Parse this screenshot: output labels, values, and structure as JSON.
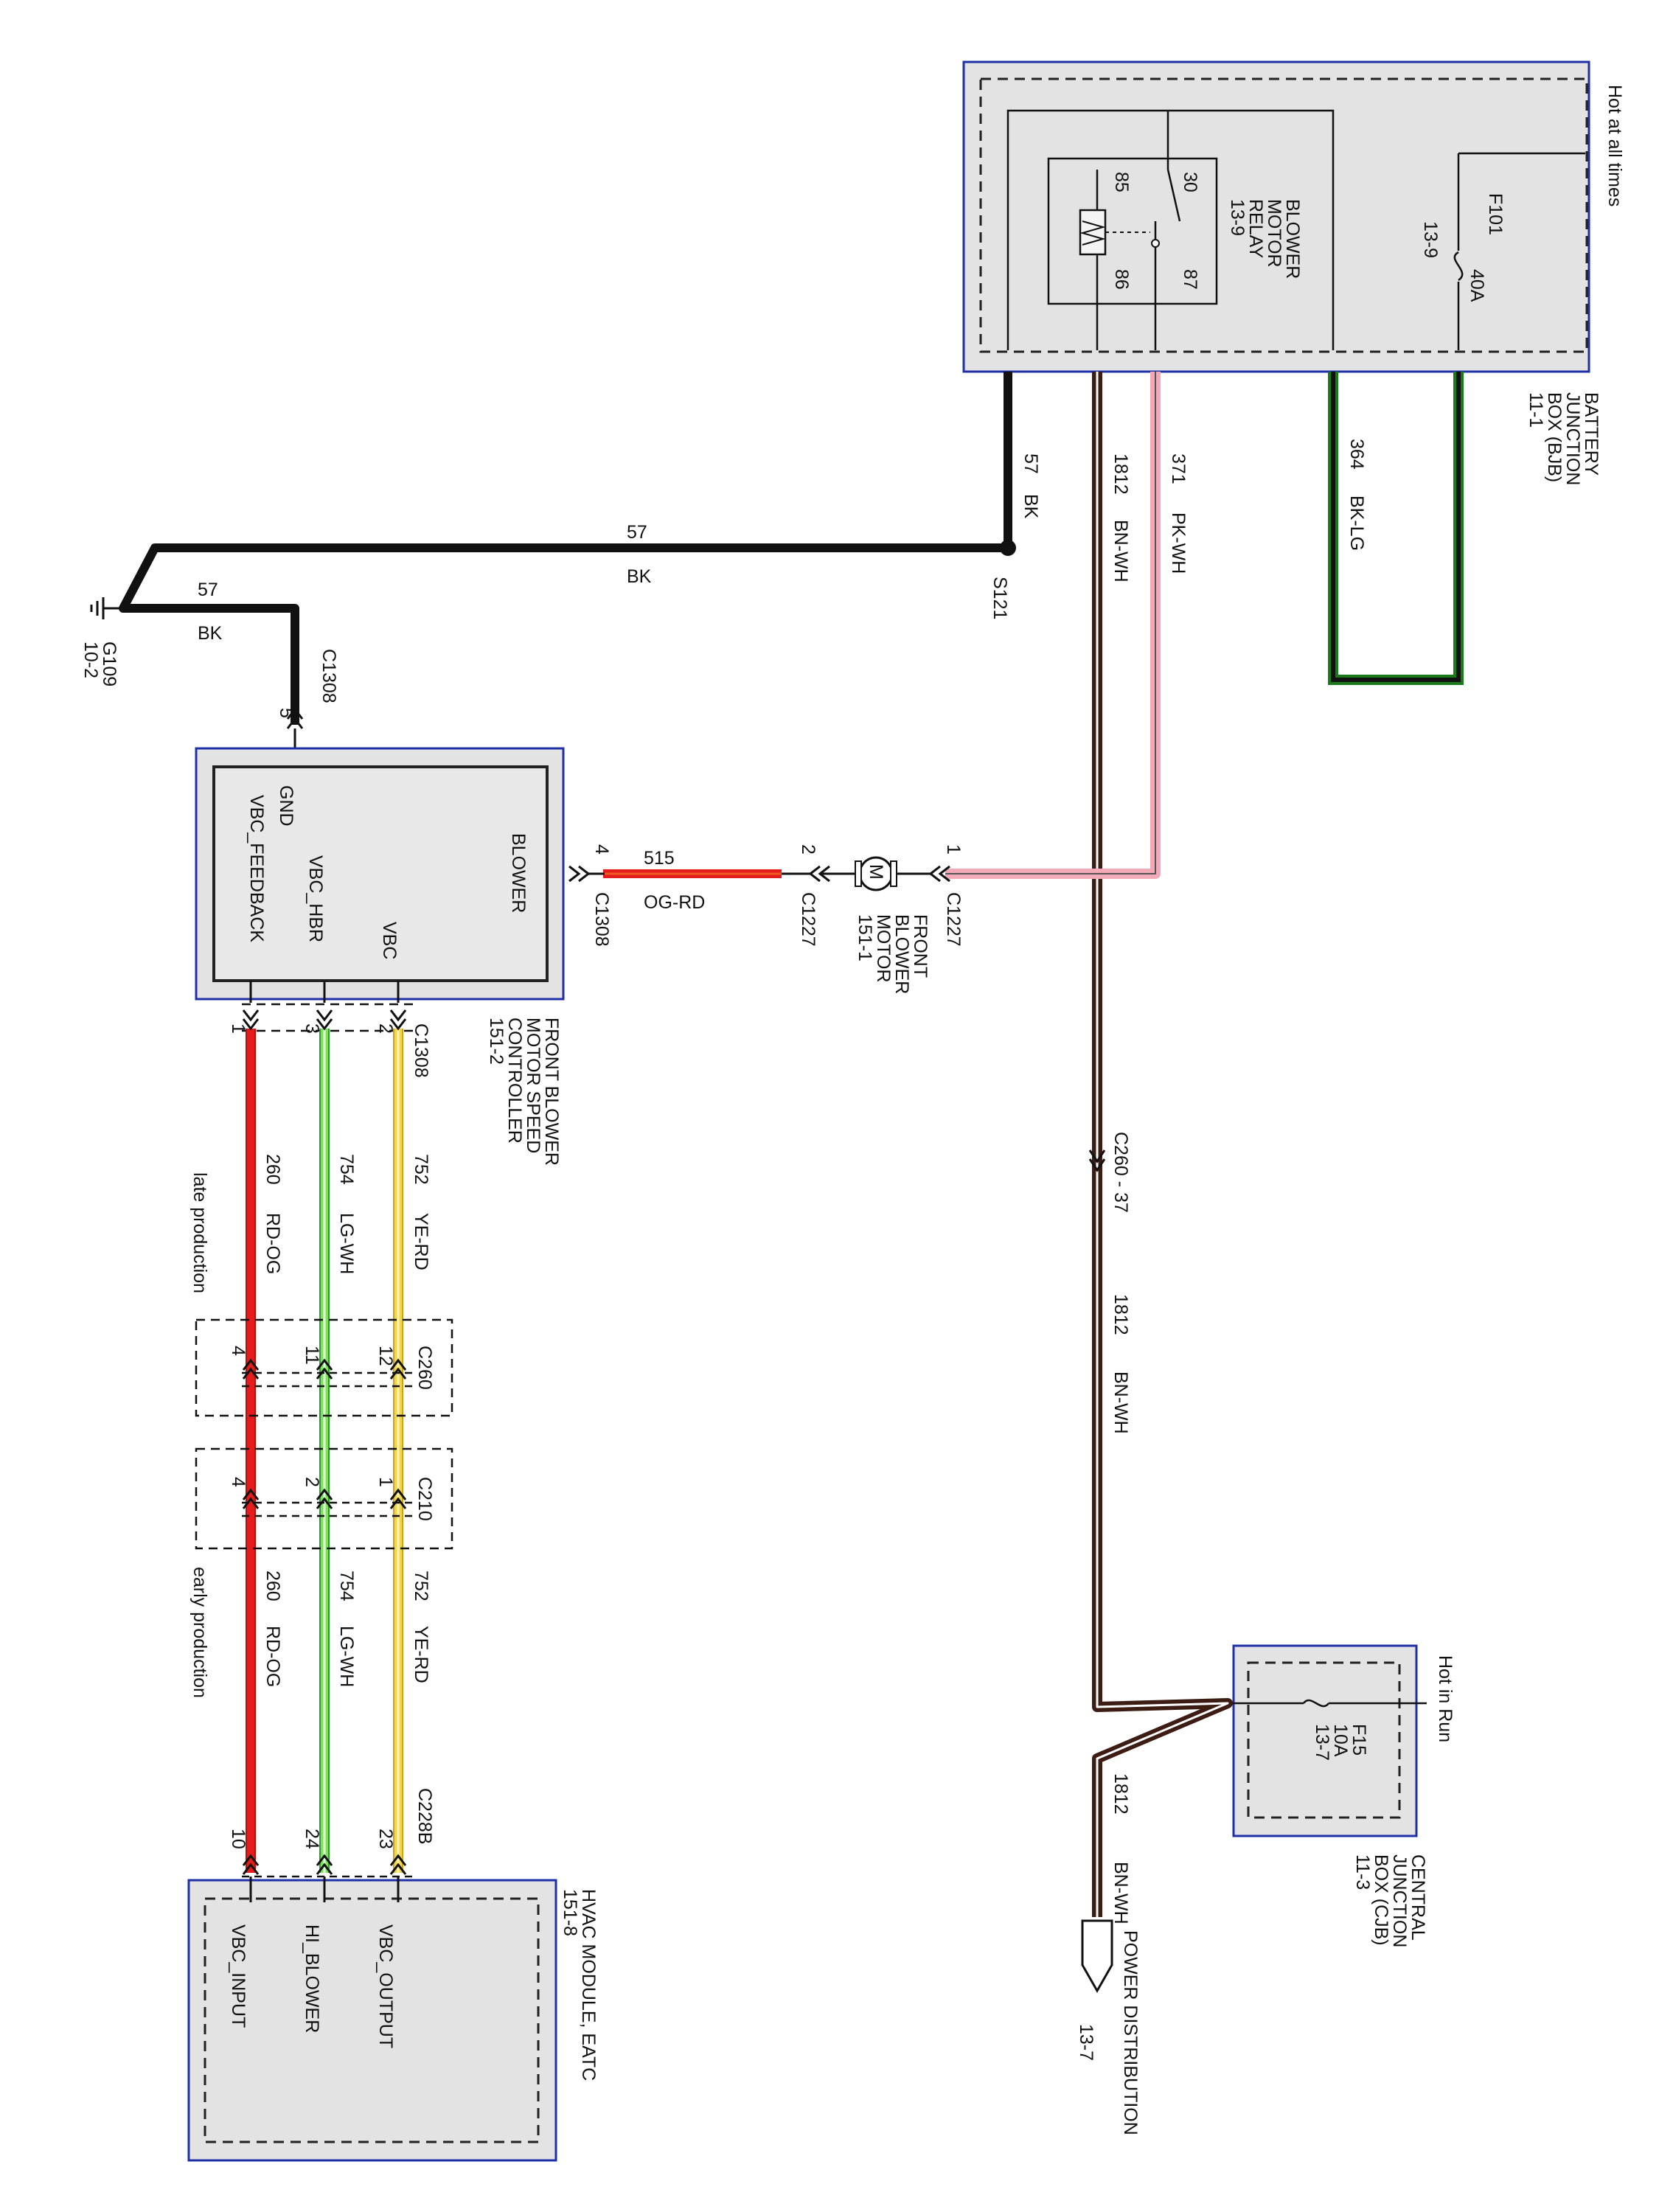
{
  "colors": {
    "BK": "#111111",
    "BN": "#3d1c14",
    "PK": "#f2a9b8",
    "LG": "#6edc4a",
    "OG": "#ef5a24",
    "RD": "#e41c1c",
    "YE": "#efd64a",
    "WH": "#ffffff",
    "frame": "#1f2fa8",
    "fill": "#e3e3e3"
  },
  "bjb": {
    "label": "Hot at all times",
    "title_lines": [
      "BATTERY",
      "JUNCTION",
      "BOX (BJB)",
      "11-1"
    ],
    "relay_lines": [
      "BLOWER",
      "MOTOR",
      "RELAY",
      "13-9"
    ],
    "pin_85": "85",
    "pin_86": "86",
    "pin_30": "30",
    "pin_87": "87",
    "fuse_id": "F101",
    "fuse_rating": "40A",
    "fuse_ref": "13-9"
  },
  "cjb": {
    "label": "Hot in Run",
    "title_lines": [
      "CENTRAL",
      "JUNCTION",
      "BOX (CJB)",
      "11-3"
    ],
    "fuse_id": "F15",
    "fuse_rating": "10A",
    "fuse_ref": "13-7"
  },
  "controller": {
    "title_lines": [
      "FRONT BLOWER",
      "MOTOR SPEED",
      "CONTROLLER",
      "151-2"
    ],
    "pin_blower": "BLOWER",
    "pin_gnd": "GND",
    "pin_vbc_feedback": "VBC_FEEDBACK",
    "pin_vbc_hbr": "VBC_HBR",
    "pin_vbc": "VBC"
  },
  "motor": {
    "symbol": "M",
    "title_lines": [
      "FRONT",
      "BLOWER",
      "MOTOR",
      "151-1"
    ]
  },
  "hvac": {
    "title_lines": [
      "HVAC MODULE, EATC",
      "151-8"
    ],
    "pin_vbc_output": "VBC_OUTPUT",
    "pin_hi_blower": "HI_BLOWER",
    "pin_vbc_input": "VBC_INPUT"
  },
  "ground": {
    "id": "G109",
    "ref": "10-2"
  },
  "splice": {
    "id": "S121"
  },
  "power_dist": {
    "label": "POWER DISTRIBUTION",
    "ref": "13-7"
  },
  "connectors": {
    "c1308": "C1308",
    "c1227": "C1227",
    "c260": "C260",
    "c260_37": "C260 - 37",
    "c210": "C210",
    "c228b": "C228B"
  },
  "pins": {
    "c1308_5": "5",
    "c1308_4": "4",
    "c1227_1": "1",
    "c1227_2": "2",
    "c1308_2": "2",
    "c1308_3": "3",
    "c1308_1": "1",
    "c260_12": "12",
    "c260_11": "11",
    "c260_4": "4",
    "c210_1": "1",
    "c210_2": "2",
    "c210_4": "4",
    "c228b_23": "23",
    "c228b_24": "24",
    "c228b_10": "10"
  },
  "circuits": {
    "w57_num": "57",
    "w57_color": "BK",
    "w1812_num": "1812",
    "w1812_color": "BN-WH",
    "w371_num": "371",
    "w371_color": "PK-WH",
    "w364_num": "364",
    "w364_color": "BK-LG",
    "w515_num": "515",
    "w515_color": "OG-RD",
    "w752_num": "752",
    "w752_color": "YE-RD",
    "w754_num": "754",
    "w754_color": "LG-WH",
    "w260_num": "260",
    "w260_color": "RD-OG"
  },
  "notes": {
    "late": "late production",
    "early": "early production"
  }
}
